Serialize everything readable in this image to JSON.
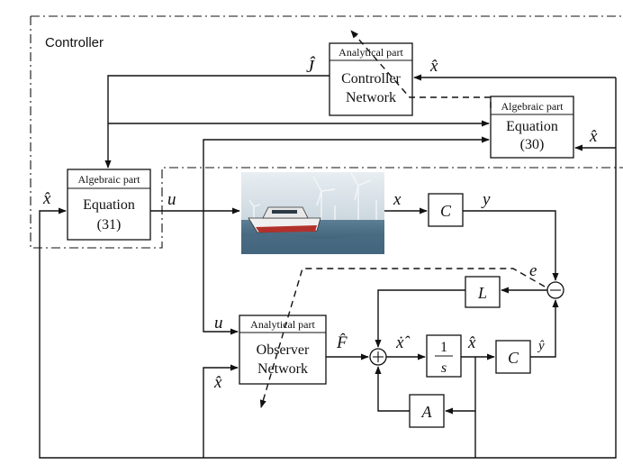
{
  "controller_label": "Controller",
  "blocks": {
    "controller_network": {
      "header": "Analytical part",
      "line1": "Controller",
      "line2": "Network"
    },
    "equation30": {
      "header": "Algebraic part",
      "line1": "Equation",
      "line2": "(30)"
    },
    "equation31": {
      "header": "Algebraic part",
      "line1": "Equation",
      "line2": "(31)"
    },
    "observer_network": {
      "header": "Analytical part",
      "line1": "Observer",
      "line2": "Network"
    },
    "c_top": "C",
    "c_bottom": "C",
    "l_gain": "L",
    "a_gain": "A",
    "integrator_num": "1",
    "integrator_den": "s"
  },
  "signals": {
    "j_hat": "Ĵ",
    "x_hat": "x̂",
    "u": "u",
    "x": "x",
    "y": "y",
    "e": "e",
    "f_hat": "F̂",
    "y_hat": "ŷ"
  },
  "ship_image": "vessel-with-wind-turbines"
}
